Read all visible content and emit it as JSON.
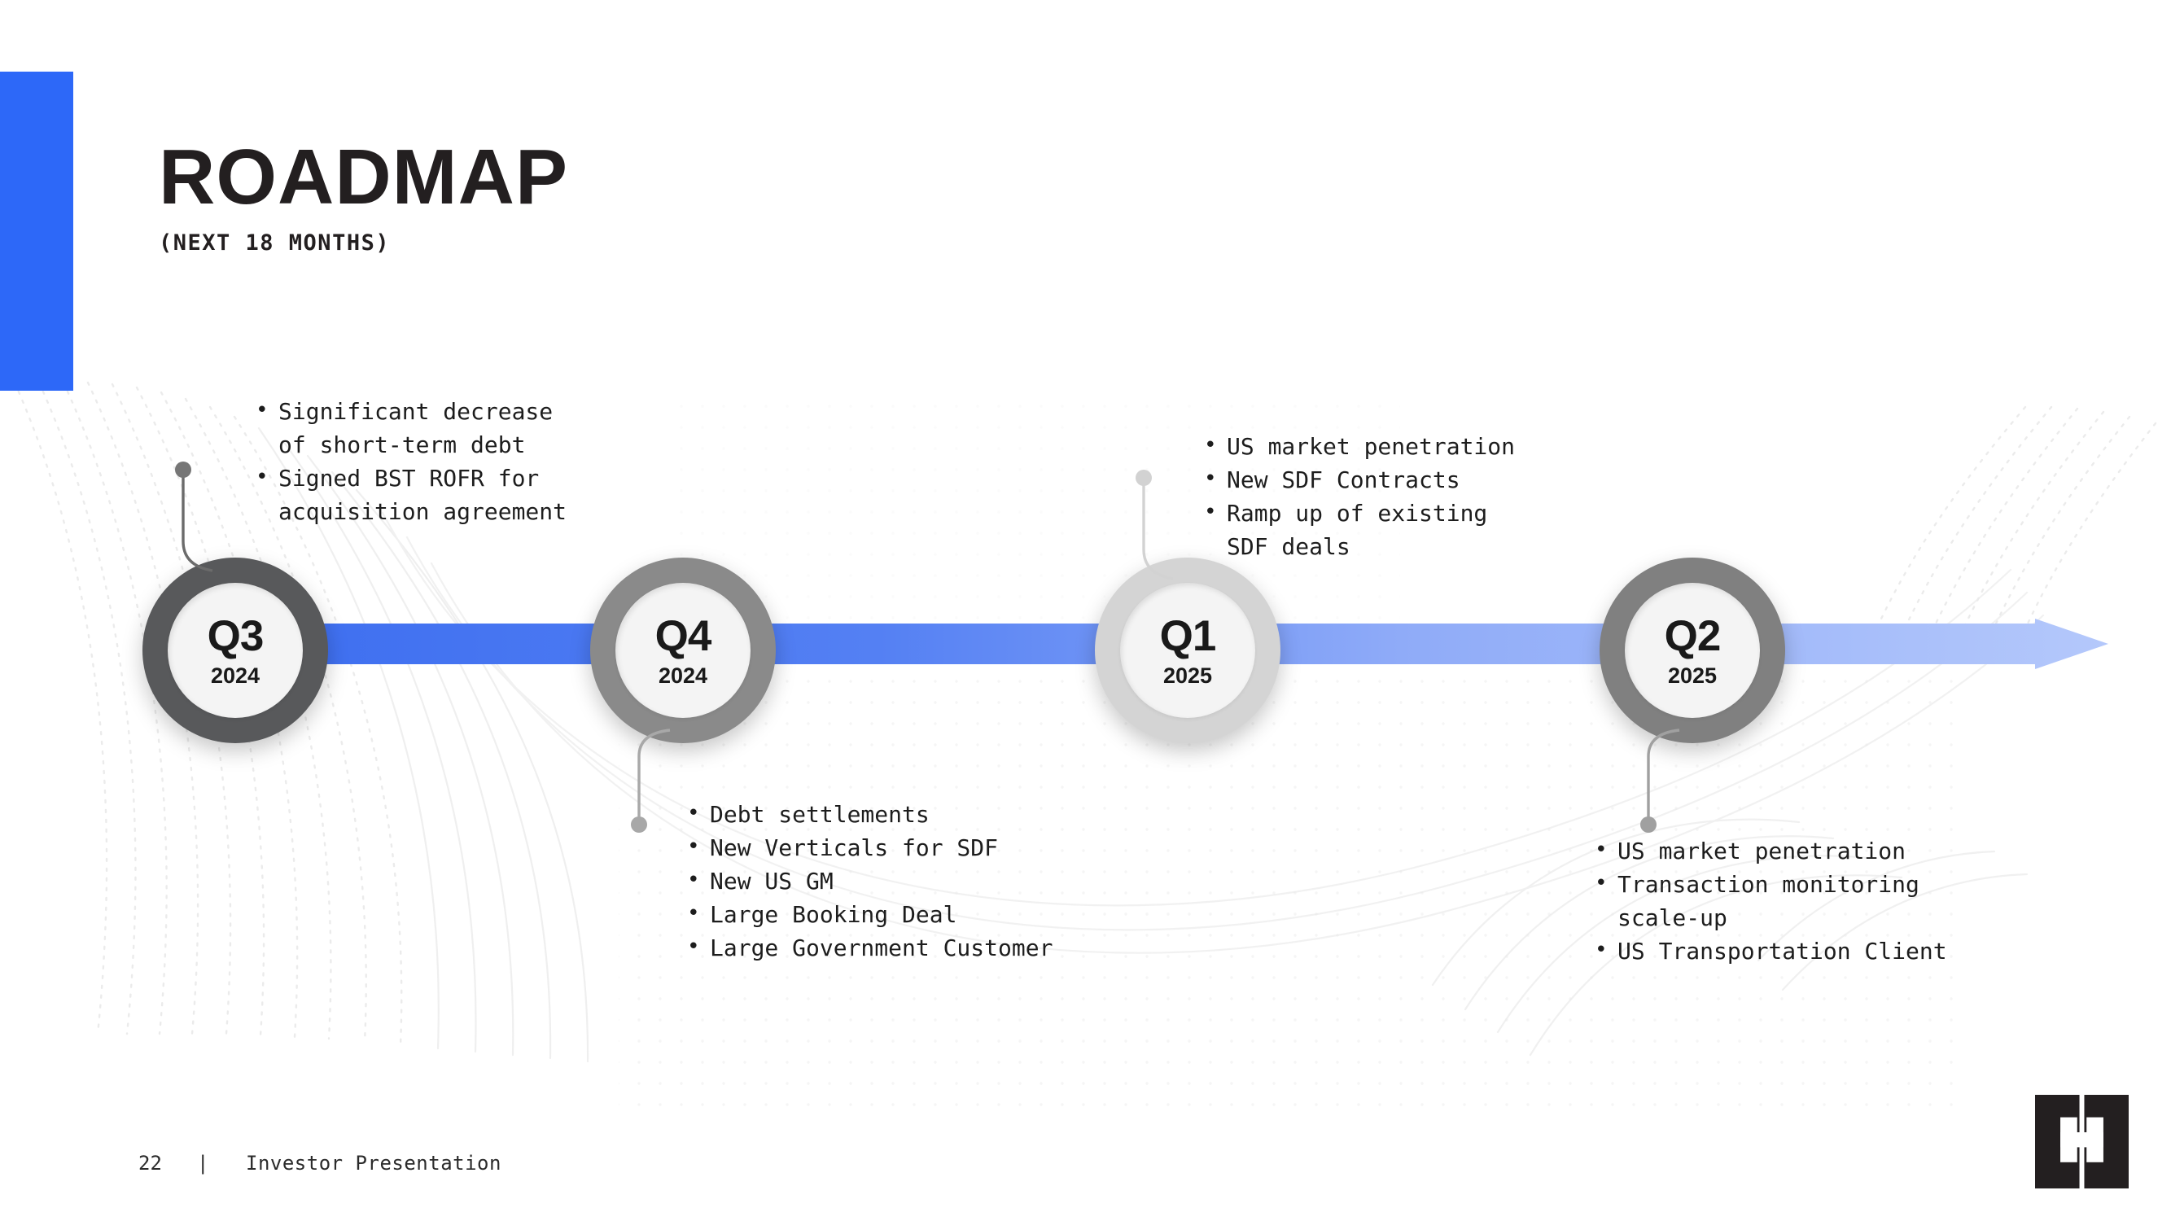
{
  "slide": {
    "title": "ROADMAP",
    "subtitle": "(NEXT 18 MONTHS)",
    "accent_color": "#2D68F8",
    "text_color": "#1d1d1d"
  },
  "timeline": {
    "arrow_start_color": "#3D6EF0",
    "arrow_end_color": "#A8BFFA",
    "milestones": [
      {
        "id": "q3-2024",
        "quarter": "Q3",
        "year": "2024",
        "ring_color": "#58595B",
        "callout_position": "above",
        "bullets": [
          {
            "text": "Significant decrease",
            "continuation": false
          },
          {
            "text": "of short-term debt",
            "continuation": true
          },
          {
            "text": "Signed BST ROFR for",
            "continuation": false
          },
          {
            "text": "acquisition agreement",
            "continuation": true
          }
        ]
      },
      {
        "id": "q4-2024",
        "quarter": "Q4",
        "year": "2024",
        "ring_color": "#8A8A8A",
        "callout_position": "below",
        "bullets": [
          {
            "text": "Debt settlements",
            "continuation": false
          },
          {
            "text": "New Verticals for SDF",
            "continuation": false
          },
          {
            "text": "New US GM",
            "continuation": false
          },
          {
            "text": "Large Booking Deal",
            "continuation": false
          },
          {
            "text": "Large Government Customer",
            "continuation": false
          }
        ]
      },
      {
        "id": "q1-2025",
        "quarter": "Q1",
        "year": "2025",
        "ring_color": "#D4D4D4",
        "callout_position": "above",
        "bullets": [
          {
            "text": "US market penetration",
            "continuation": false
          },
          {
            "text": "New SDF Contracts",
            "continuation": false
          },
          {
            "text": "Ramp up of existing",
            "continuation": false
          },
          {
            "text": "SDF deals",
            "continuation": true
          }
        ]
      },
      {
        "id": "q2-2025",
        "quarter": "Q2",
        "year": "2025",
        "ring_color": "#808080",
        "callout_position": "below",
        "bullets": [
          {
            "text": "US market penetration",
            "continuation": false
          },
          {
            "text": "Transaction monitoring",
            "continuation": false
          },
          {
            "text": "scale-up",
            "continuation": true
          },
          {
            "text": "US Transportation Client",
            "continuation": false
          }
        ]
      }
    ]
  },
  "footer": {
    "page_number": "22",
    "separator": "|",
    "label": "Investor Presentation"
  },
  "logo": {
    "letter": "H",
    "color": "#231f20"
  }
}
